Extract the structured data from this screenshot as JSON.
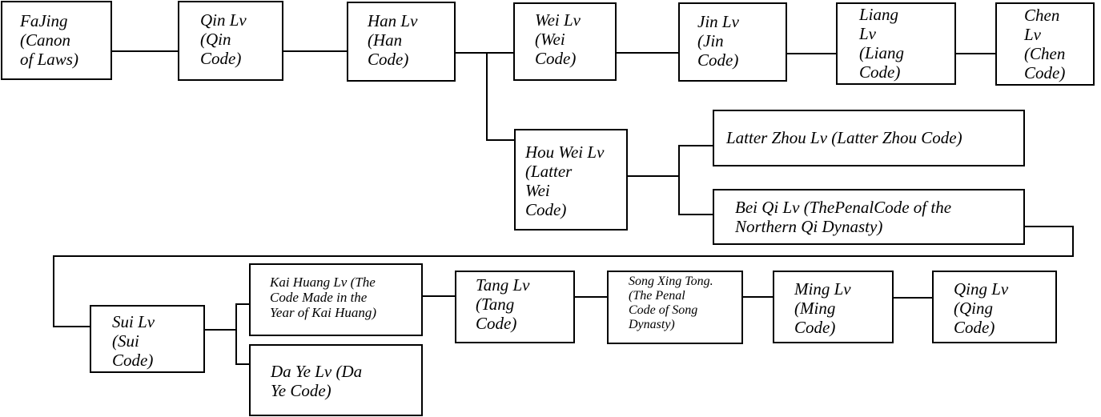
{
  "diagram": {
    "nodes": {
      "fajing": "FaJing\n(Canon\nof Laws)",
      "qin": "Qin Lv\n(Qin\nCode)",
      "han": "Han Lv\n(Han\nCode)",
      "wei": "Wei Lv\n(Wei\nCode)",
      "jin": "Jin Lv\n(Jin\nCode)",
      "liang": "Liang\nLv\n(Liang\nCode)",
      "chen": "Chen\nLv\n(Chen\nCode)",
      "hou_wei": "Hou Wei Lv\n(Latter\nWei\nCode)",
      "latter_zhou": "Latter Zhou Lv (Latter Zhou Code)",
      "bei_qi": "Bei Qi Lv (ThePenalCode of the\nNorthern Qi Dynasty)",
      "sui": "Sui Lv\n(Sui\nCode)",
      "kai_huang": "Kai Huang Lv (The\nCode Made in the\nYear of Kai Huang)",
      "da_ye": "Da Ye Lv (Da\nYe Code)",
      "tang": "Tang Lv\n(Tang\nCode)",
      "song": "Song Xing Tong.\n(The Penal\nCode of Song\nDynasty)",
      "ming": "Ming Lv\n(Ming\nCode)",
      "qing": "Qing Lv\n(Qing\nCode)"
    }
  }
}
